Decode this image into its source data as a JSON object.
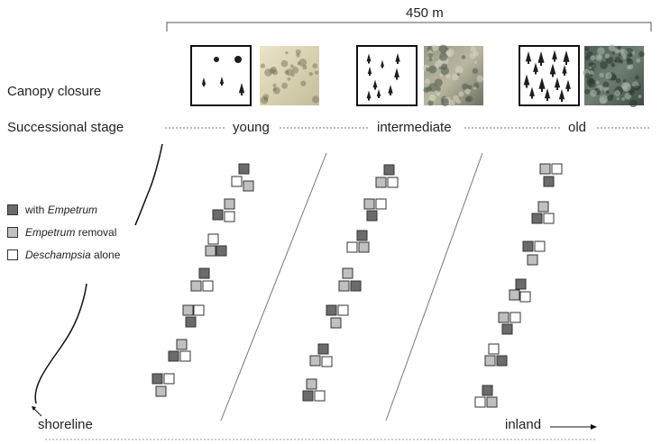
{
  "scale": {
    "label": "450 m"
  },
  "rows": {
    "canopy": "Canopy closure",
    "successional": "Successional stage"
  },
  "stages": [
    "young",
    "intermediate",
    "old"
  ],
  "legend": [
    {
      "pre": "with ",
      "italic": "Empetrum",
      "post": "",
      "color": "#6b6b6b"
    },
    {
      "pre": "",
      "italic": "Empetrum",
      "post": " removal",
      "color": "#c0c0c0"
    },
    {
      "pre": "",
      "italic": "Deschampsia",
      "post": " alone",
      "color": "#ffffff"
    }
  ],
  "labels": {
    "shoreline": "shoreline",
    "inland": "inland"
  },
  "colors": {
    "dark": "#6b6b6b",
    "light": "#c0c0c0",
    "white": "#ffffff",
    "tree": "#1e1e1e"
  }
}
